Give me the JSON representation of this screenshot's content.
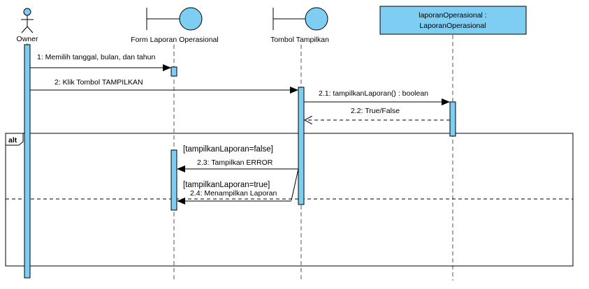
{
  "diagram_type": "sequence",
  "colors": {
    "fill": "#7ecef4",
    "stroke": "#000000",
    "lifeline": "#555555"
  },
  "participants": [
    {
      "id": "owner",
      "label": "Owner",
      "kind": "actor"
    },
    {
      "id": "form",
      "label": "Form Laporan Operasional",
      "kind": "boundary"
    },
    {
      "id": "tombol",
      "label": "Tombol Tampilkan",
      "kind": "boundary"
    },
    {
      "id": "laporan",
      "label_line1": "laporanOperasional :",
      "label_line2": "LaporanOperasional",
      "kind": "object"
    }
  ],
  "messages": [
    {
      "label": "1: Memilih tanggal, bulan, dan tahun",
      "from": "owner",
      "to": "form",
      "type": "sync"
    },
    {
      "label": "2: Klik Tombol TAMPILKAN",
      "from": "owner",
      "to": "tombol",
      "type": "sync"
    },
    {
      "label": "2.1: tampilkanLaporan() : boolean",
      "from": "tombol",
      "to": "laporan",
      "type": "sync"
    },
    {
      "label": "2.2: True/False",
      "from": "laporan",
      "to": "tombol",
      "type": "return"
    },
    {
      "label": "2.3: Tampilkan ERROR",
      "from": "tombol",
      "to": "form",
      "type": "sync"
    },
    {
      "label": "2.4: Menampilkan Laporan",
      "from": "tombol",
      "to": "form",
      "type": "sync"
    }
  ],
  "fragment": {
    "operator": "alt",
    "guards": [
      "[tampilkanLaporan=false]",
      "[tampilkanLaporan=true]"
    ]
  }
}
